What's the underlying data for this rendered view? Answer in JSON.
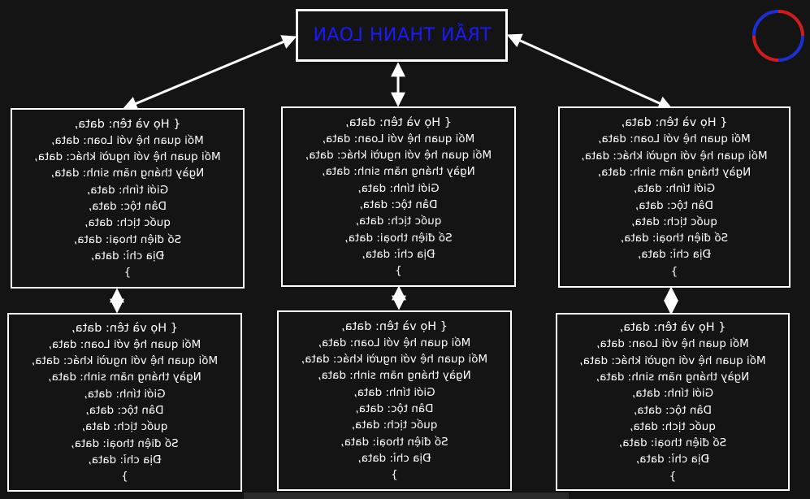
{
  "root": {
    "title": "TRẦN THANH LOAN"
  },
  "colors": {
    "background": "#141414",
    "border": "#ffffff",
    "title": "#1a1aff",
    "text": "#ffffff",
    "logo_red": "#d01c1c",
    "logo_blue": "#1c2fd0"
  },
  "card_template": [
    "{ Họ và tên: data,",
    "Mối quan hệ với Loan: data,",
    "Mối quan hệ với người khác: data,",
    "Ngày tháng năm sinh: data,",
    "Giới tính: data,",
    "Dân tộc: data,",
    "quốc tịch: data,",
    "Số điện thoại: data,",
    "Địa chỉ: data,",
    "}"
  ],
  "logo": {
    "icon": "circle-logo-icon"
  }
}
